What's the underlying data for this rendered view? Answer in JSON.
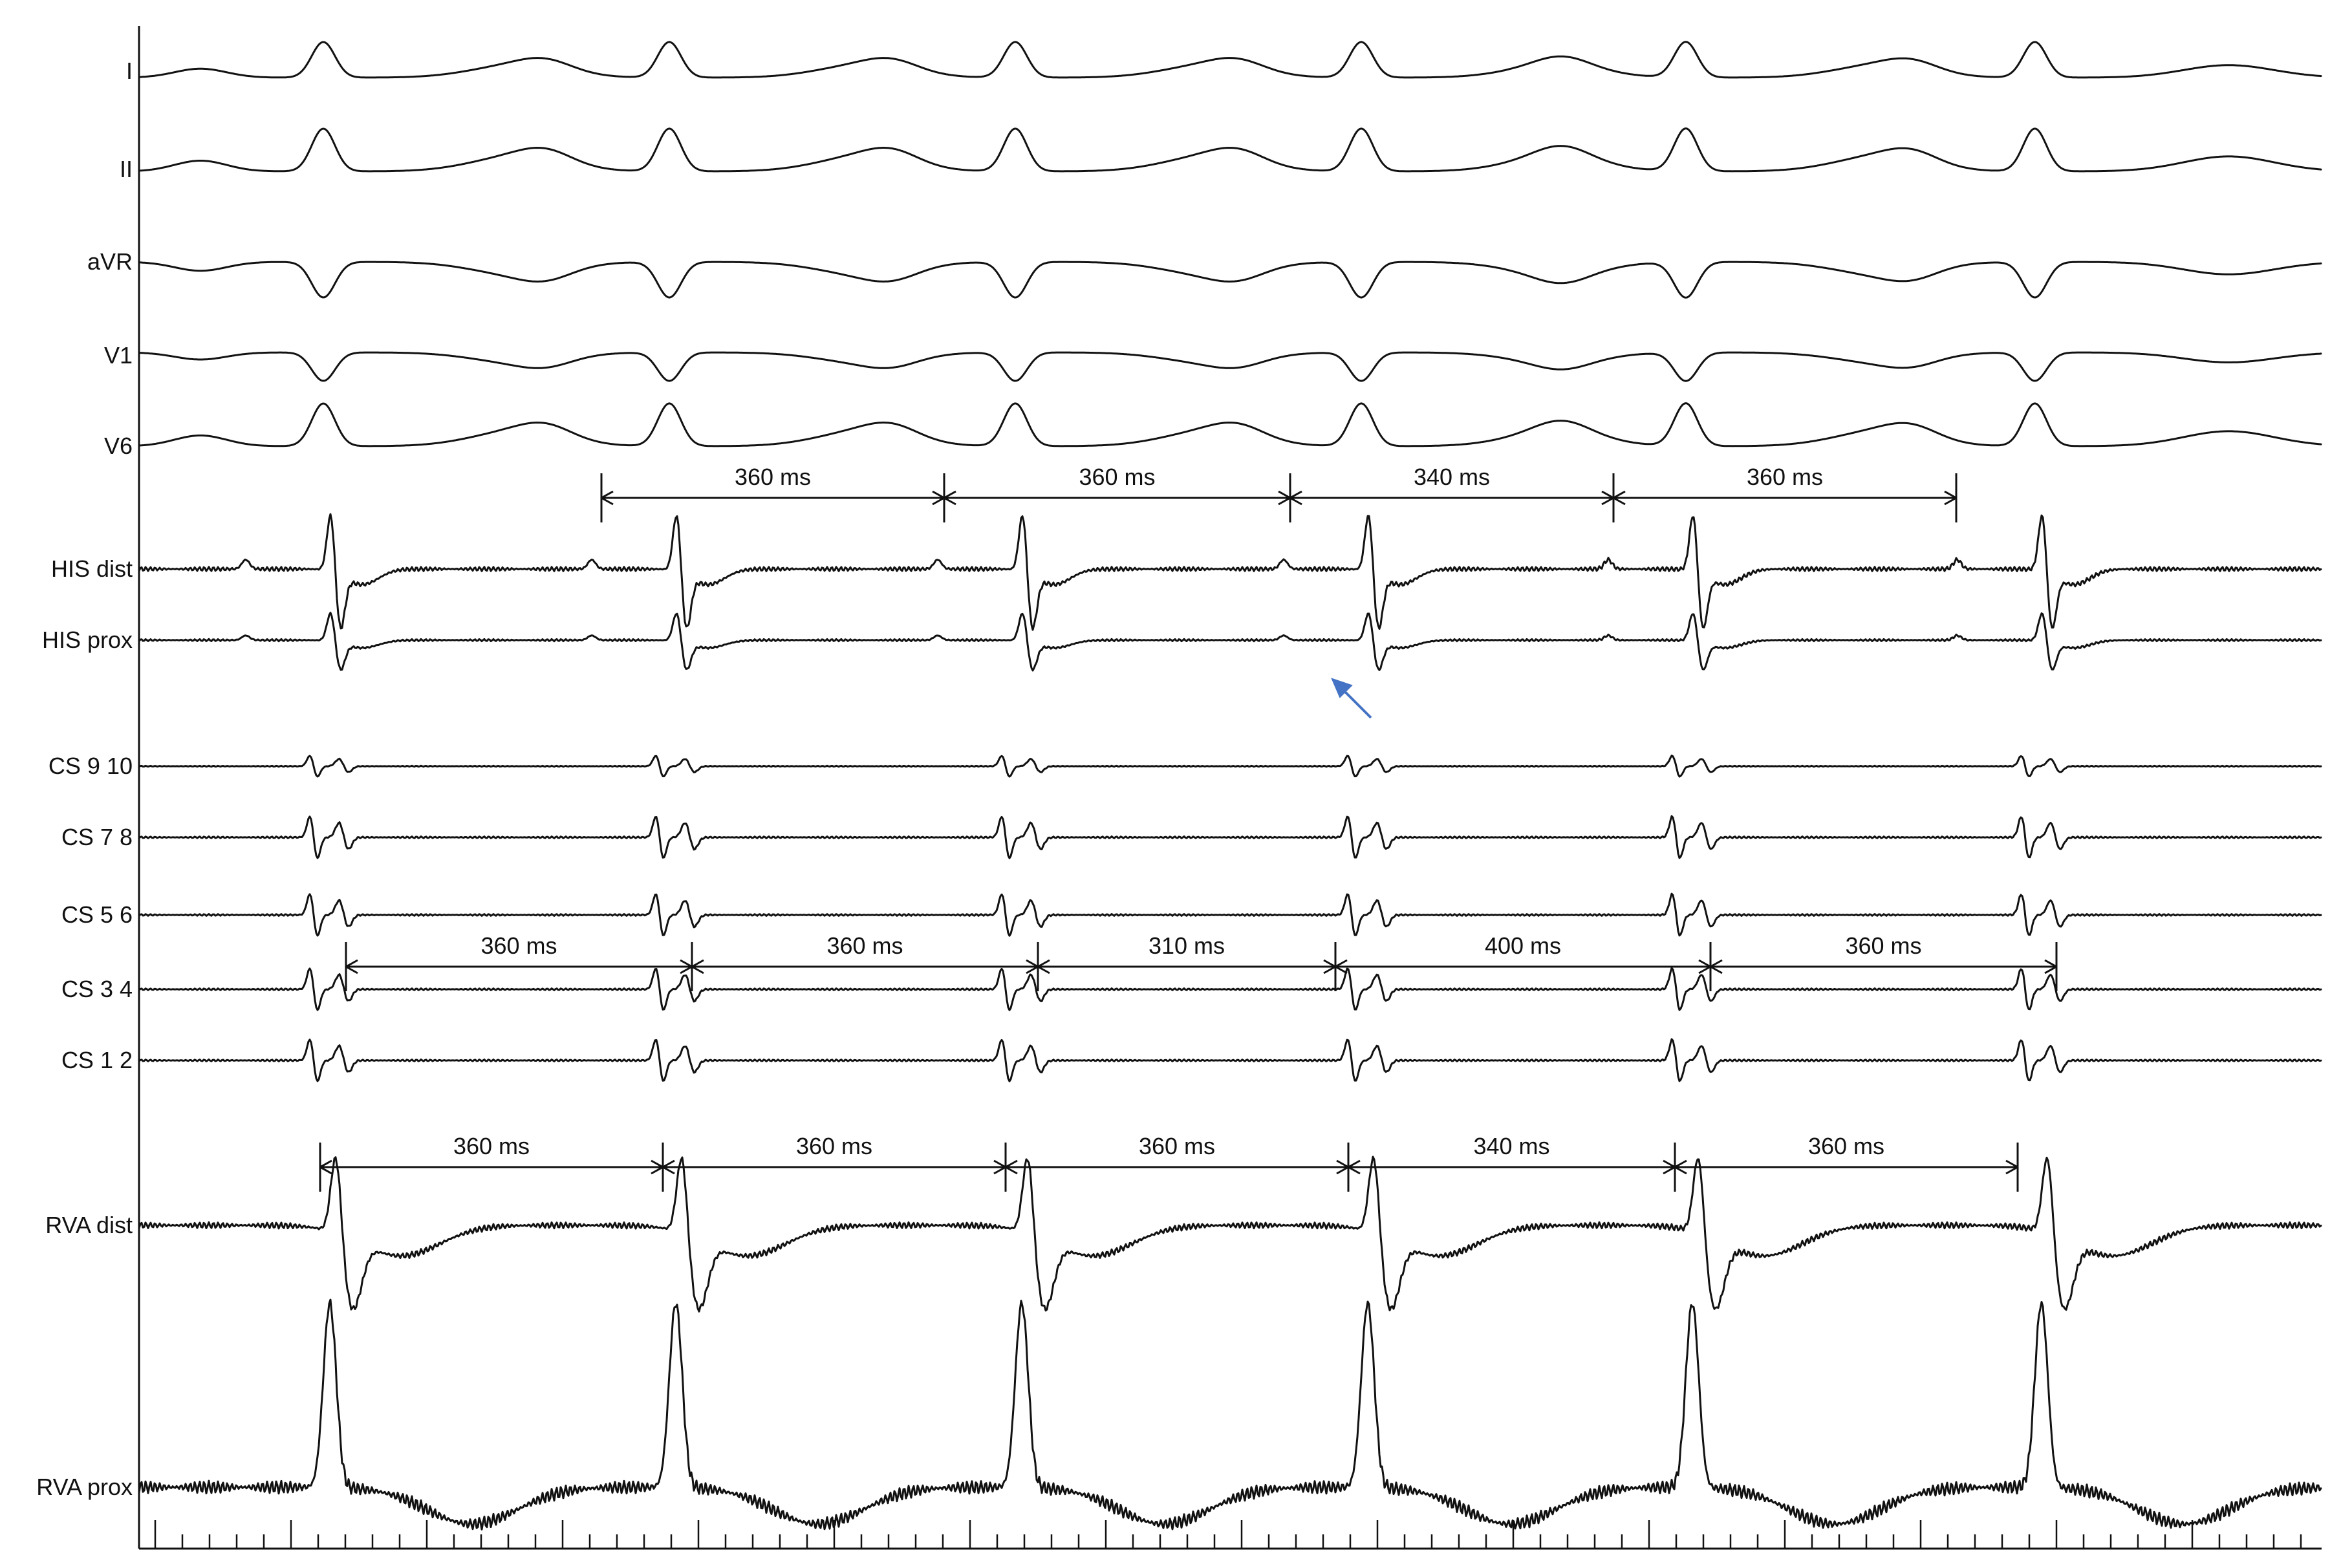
{
  "channels": [
    {
      "id": "I",
      "label": "I",
      "kind": "ecg",
      "amp": 1.0
    },
    {
      "id": "II",
      "label": "II",
      "kind": "ecg",
      "amp": 1.2
    },
    {
      "id": "aVR",
      "label": "aVR",
      "kind": "ecg",
      "amp": -1.0
    },
    {
      "id": "V1",
      "label": "V1",
      "kind": "ecg",
      "amp": -0.8
    },
    {
      "id": "V6",
      "label": "V6",
      "kind": "ecg",
      "amp": 1.2
    },
    {
      "id": "HISd",
      "label": "HIS dist",
      "kind": "egm",
      "amp": 1.6
    },
    {
      "id": "HISp",
      "label": "HIS prox",
      "kind": "egm",
      "amp": 0.8
    },
    {
      "id": "CS910",
      "label": "CS 9 10",
      "kind": "cs",
      "amp": 0.5
    },
    {
      "id": "CS78",
      "label": "CS 7 8",
      "kind": "cs",
      "amp": 1.0
    },
    {
      "id": "CS56",
      "label": "CS 5 6",
      "kind": "cs",
      "amp": 1.0
    },
    {
      "id": "CS34",
      "label": "CS 3 4",
      "kind": "cs",
      "amp": 1.0
    },
    {
      "id": "CS12",
      "label": "CS 1 2",
      "kind": "cs",
      "amp": 1.0
    },
    {
      "id": "RVAd",
      "label": "RVA dist",
      "kind": "rva",
      "amp": 1.8
    },
    {
      "id": "RVAp",
      "label": "RVA prox",
      "kind": "rvap",
      "amp": 3.0
    }
  ],
  "beats_ms": [
    0,
    565,
    1130,
    1695,
    2225,
    2795
  ],
  "intervals": {
    "his_row": [
      "360 ms",
      "360 ms",
      "340 ms",
      "360 ms"
    ],
    "cs_row": [
      "360 ms",
      "360 ms",
      "310 ms",
      "400 ms",
      "360 ms"
    ],
    "rva_row": [
      "360 ms",
      "360 ms",
      "360 ms",
      "340 ms",
      "360 ms"
    ]
  },
  "annotation": {
    "arrow_color": "#4472c4",
    "arrow_points_to": "HIS prox"
  },
  "colors": {
    "trace": "#111111",
    "background": "#ffffff"
  }
}
